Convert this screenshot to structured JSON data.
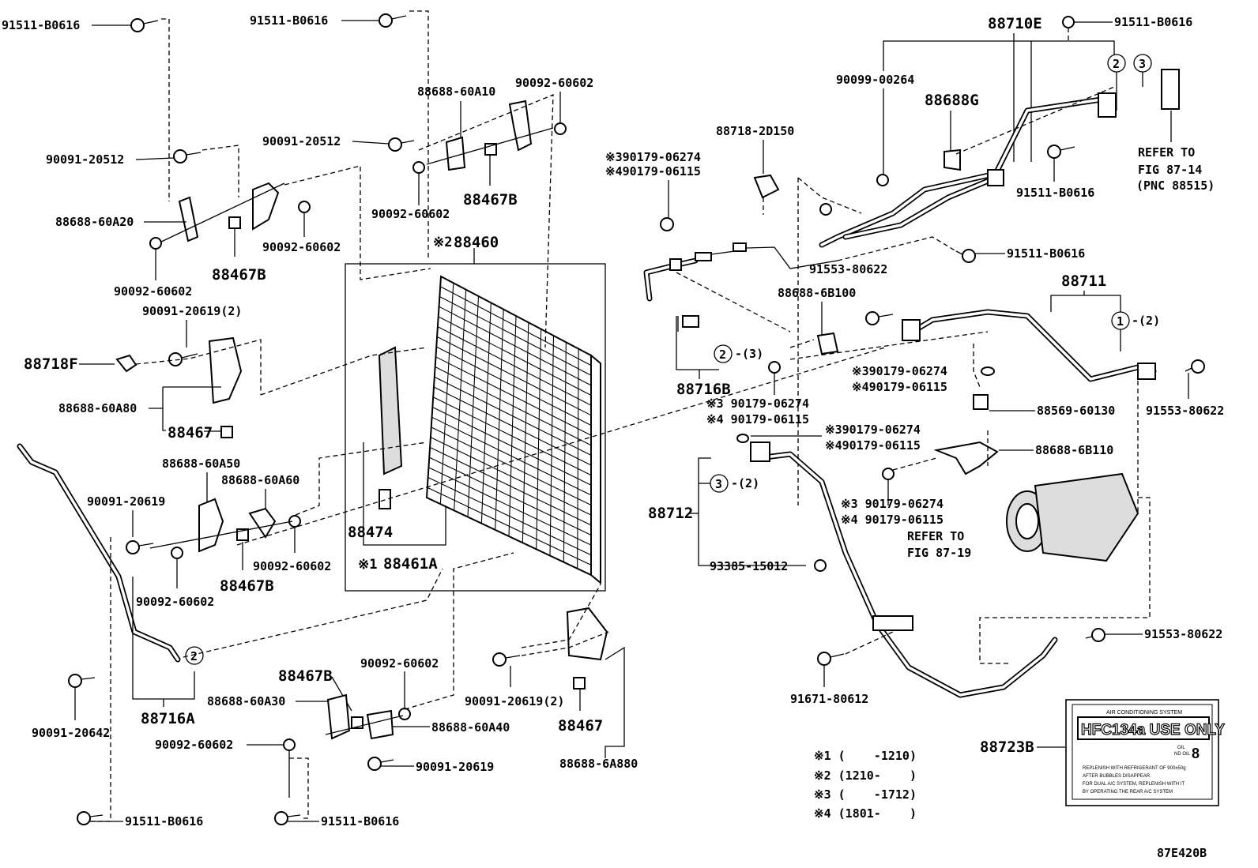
{
  "parts": {
    "bolt_91511_b0616_a": "91511-B0616",
    "bolt_91511_b0616_b": "91511-B0616",
    "bolt_91511_b0616_c": "91511-B0616",
    "bolt_91511_b0616_d": "91511-B0616",
    "bolt_91511_b0616_e": "91511-B0616",
    "bolt_91511_b0616_f": "91511-B0616",
    "bolt_91511_b0616_g": "91511-B0616",
    "bolt_90091_20512_a": "90091-20512",
    "bolt_90091_20512_b": "90091-20512",
    "bracket_88688_60a10": "88688-60A10",
    "nut_90092_60602_a": "90092-60602",
    "nut_90092_60602_b": "90092-60602",
    "nut_90092_60602_c": "90092-60602",
    "nut_90092_60602_d": "90092-60602",
    "nut_90092_60602_e": "90092-60602",
    "nut_90092_60602_f": "90092-60602",
    "nut_90092_60602_g": "90092-60602",
    "nut_90092_60602_h": "90092-60602",
    "bracket_88688_60a20": "88688-60A20",
    "cushion_88467b_a": "88467B",
    "cushion_88467b_b": "88467B",
    "cushion_88467b_c": "88467B",
    "cushion_88467b_d": "88467B",
    "condenser_prefix": "※2",
    "condenser": "88460",
    "bolt_90091_20619_2_a": "90091-20619(2)",
    "bolt_90091_20619_2_b": "90091-20619(2)",
    "sensor_88718f": "88718F",
    "bracket_88688_60a80": "88688-60A80",
    "cushion_88467_a": "88467",
    "cushion_88467_b": "88467",
    "bracket_88688_60a50": "88688-60A50",
    "bracket_88688_60a60": "88688-60A60",
    "bolt_90091_20619_a": "90091-20619",
    "bolt_90091_20619_b": "90091-20619",
    "dryer_88474": "88474",
    "modulator_prefix": "※1",
    "modulator": "88461A",
    "bolt_90091_20642": "90091-20642",
    "tube_88716a": "88716A",
    "bracket_88688_60a30": "88688-60A30",
    "bracket_88688_60a40": "88688-60A40",
    "bracket_88688_6a880": "88688-6A880",
    "switch_88718_2d150": "88718-2D150",
    "oring_a": "※390179-06274",
    "oring_b": "※490179-06115",
    "oring_c": "※3 90179-06274",
    "oring_d": "※4 90179-06115",
    "oring_e": "※390179-06274",
    "oring_f": "※490179-06115",
    "oring_g": "※390179-06274",
    "oring_h": "※490179-06115",
    "oring_i": "※3 90179-06274",
    "oring_j": "※4 90179-06115",
    "tube_88716b": "88716B",
    "tube_88710e": "88710E",
    "plug_90099_00264": "90099-00264",
    "clamp_88688g": "88688G",
    "refer_87_14_a": "REFER TO",
    "refer_87_14_b": "FIG 87-14",
    "refer_87_14_c": "(PNC 88515)",
    "bolt_91553_80622_a": "91553-80622",
    "bolt_91553_80622_b": "91553-80622",
    "bolt_91553_80622_c": "91553-80622",
    "bracket_88688_6b100": "88688-6B100",
    "hose_88711": "88711",
    "clamp_88569_60130": "88569-60130",
    "bracket_88688_6b110": "88688-6B110",
    "hose_88712": "88712",
    "refer_87_19_a": "REFER TO",
    "refer_87_19_b": "FIG 87-19",
    "clamp_93385_15012": "93385-15012",
    "bolt_91671_80612": "91671-80612",
    "label_88723b": "88723B",
    "circ_1": "1",
    "circ_2": "2",
    "circ_3": "3",
    "qty_2": "-(2)",
    "qty_3": "-(3)"
  },
  "notes": {
    "n1": "※1 (    -1210)",
    "n2": "※2 (1210-    )",
    "n3": "※3 (    -1712)",
    "n4": "※4 (1801-    )"
  },
  "decal": {
    "header": "AIR CONDITIONING SYSTEM",
    "title": "HFC134a USE ONLY",
    "oil_a": "OIL",
    "oil_b": "ND OIL",
    "oil_num": "8",
    "line1": "REPLENISH WITH REFRIGERANT OF 900±50g",
    "line2": "AFTER BUBBLES DISAPPEAR.",
    "line3": "FOR DUAL A/C SYSTEM, REPLENISH WITH IT",
    "line4": "BY OPERATING THE REAR A/C SYSTEM"
  },
  "illustration_id": "87E420B"
}
